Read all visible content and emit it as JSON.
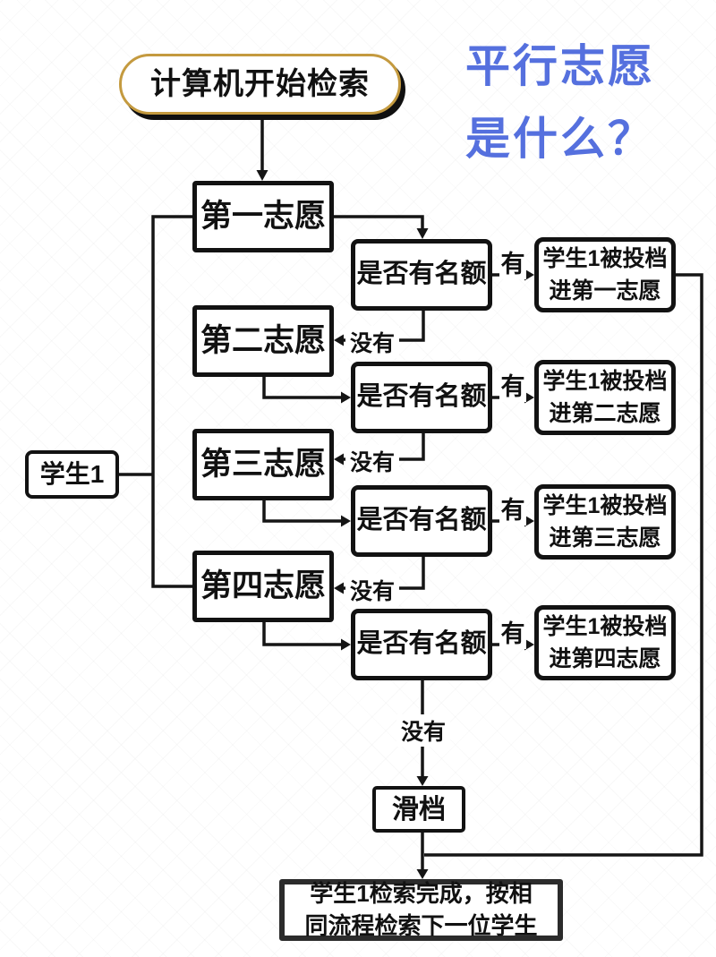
{
  "header": {
    "line1": "平行志愿",
    "line2": "是什么？"
  },
  "flow": {
    "start": "计算机开始检索",
    "student": "学生1",
    "yes": "有",
    "no": "没有",
    "rows": [
      {
        "choice": "第一志愿",
        "check": "是否有名额",
        "result1": "学生1被投档",
        "result2": "进第一志愿"
      },
      {
        "choice": "第二志愿",
        "check": "是否有名额",
        "result1": "学生1被投档",
        "result2": "进第二志愿"
      },
      {
        "choice": "第三志愿",
        "check": "是否有名额",
        "result1": "学生1被投档",
        "result2": "进第三志愿"
      },
      {
        "choice": "第四志愿",
        "check": "是否有名额",
        "result1": "学生1被投档",
        "result2": "进第四志愿"
      }
    ],
    "slip": "滑档",
    "end1": "学生1检索完成，按相",
    "end2": "同流程检索下一位学生"
  },
  "colors": {
    "headline_blue": "#5570DE",
    "pill_gold": "#C49A3F",
    "line_black": "#151515"
  }
}
